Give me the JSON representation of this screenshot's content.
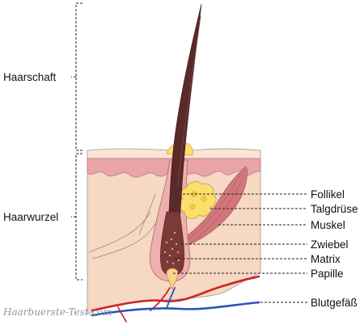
{
  "labels": {
    "haarschaft": "Haarschaft",
    "haarwurzel": "Haarwurzel",
    "follikel": "Follikel",
    "talgdruese": "Talgdrüse",
    "muskel": "Muskel",
    "zwiebel": "Zwiebel",
    "matrix": "Matrix",
    "papille": "Papille",
    "blutgefaess": "Blutgefäß"
  },
  "watermark": "Haarbuerste-Test.com",
  "colors": {
    "epidermis": "#f7dcc7",
    "dermis_band": "#e9a4a6",
    "tissue": "#f6d8c3",
    "hair": "#5a2a2a",
    "gland": "#fbdf6c",
    "muscle": "#d2777e",
    "artery": "#cc2229",
    "vein": "#2a55b7"
  }
}
